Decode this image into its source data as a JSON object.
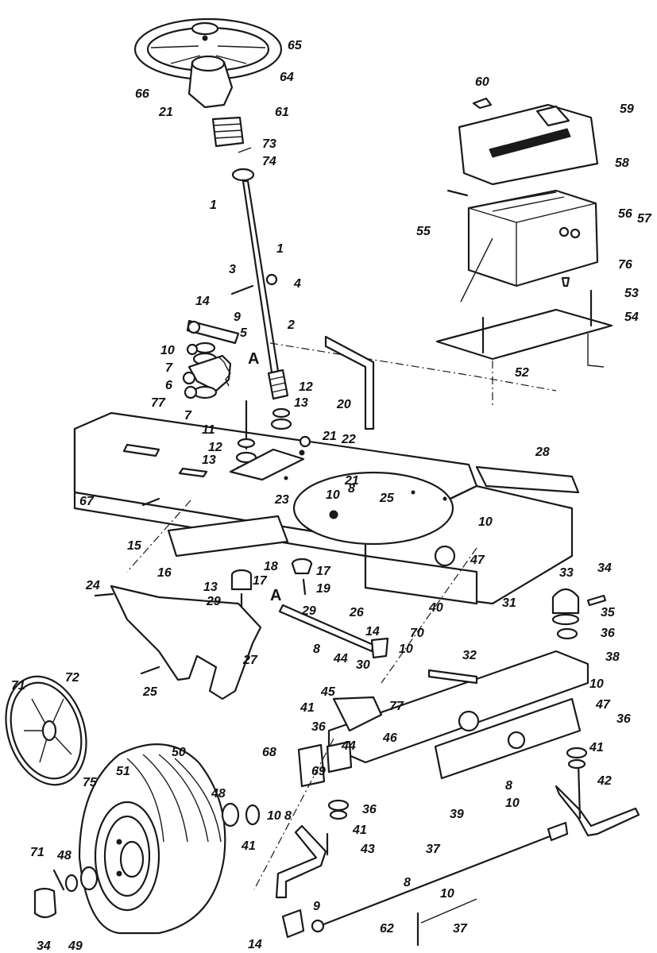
{
  "diagram": {
    "parts": [
      {
        "id": "p66",
        "text": "66"
      },
      {
        "id": "p21a",
        "text": "21"
      },
      {
        "id": "p65",
        "text": "65"
      },
      {
        "id": "p64",
        "text": "64"
      },
      {
        "id": "p61",
        "text": "61"
      },
      {
        "id": "p73",
        "text": "73"
      },
      {
        "id": "p74",
        "text": "74"
      },
      {
        "id": "p1a",
        "text": "1"
      },
      {
        "id": "p1b",
        "text": "1"
      },
      {
        "id": "p3",
        "text": "3"
      },
      {
        "id": "p4",
        "text": "4"
      },
      {
        "id": "p2",
        "text": "2"
      },
      {
        "id": "p14a",
        "text": "14"
      },
      {
        "id": "p9a",
        "text": "9"
      },
      {
        "id": "p5",
        "text": "5"
      },
      {
        "id": "p10a",
        "text": "10"
      },
      {
        "id": "pA1",
        "text": "A"
      },
      {
        "id": "p7a",
        "text": "7"
      },
      {
        "id": "p6",
        "text": "6"
      },
      {
        "id": "p77a",
        "text": "77"
      },
      {
        "id": "p7b",
        "text": "7"
      },
      {
        "id": "p12a",
        "text": "12"
      },
      {
        "id": "p13a",
        "text": "13"
      },
      {
        "id": "p20",
        "text": "20"
      },
      {
        "id": "p11",
        "text": "11"
      },
      {
        "id": "p12b",
        "text": "12"
      },
      {
        "id": "p13b",
        "text": "13"
      },
      {
        "id": "p21b",
        "text": "21"
      },
      {
        "id": "p22",
        "text": "22"
      },
      {
        "id": "p67",
        "text": "67"
      },
      {
        "id": "p21c",
        "text": "21"
      },
      {
        "id": "p23",
        "text": "23"
      },
      {
        "id": "p10b",
        "text": "10"
      },
      {
        "id": "p8a",
        "text": "8"
      },
      {
        "id": "p25a",
        "text": "25"
      },
      {
        "id": "p28",
        "text": "28"
      },
      {
        "id": "p15",
        "text": "15"
      },
      {
        "id": "p10c",
        "text": "10"
      },
      {
        "id": "p47a",
        "text": "47"
      },
      {
        "id": "p16",
        "text": "16"
      },
      {
        "id": "p18",
        "text": "18"
      },
      {
        "id": "p17a",
        "text": "17"
      },
      {
        "id": "p13c",
        "text": "13"
      },
      {
        "id": "p17b",
        "text": "17"
      },
      {
        "id": "p19",
        "text": "19"
      },
      {
        "id": "p24",
        "text": "24"
      },
      {
        "id": "p29a",
        "text": "29"
      },
      {
        "id": "pA2",
        "text": "A"
      },
      {
        "id": "p29b",
        "text": "29"
      },
      {
        "id": "p26",
        "text": "26"
      },
      {
        "id": "p40",
        "text": "40"
      },
      {
        "id": "p31",
        "text": "31"
      },
      {
        "id": "p33",
        "text": "33"
      },
      {
        "id": "p34a",
        "text": "34"
      },
      {
        "id": "p35",
        "text": "35"
      },
      {
        "id": "p36a",
        "text": "36"
      },
      {
        "id": "p70",
        "text": "70"
      },
      {
        "id": "p14b",
        "text": "14"
      },
      {
        "id": "p27",
        "text": "27"
      },
      {
        "id": "p8b",
        "text": "8"
      },
      {
        "id": "p44a",
        "text": "44"
      },
      {
        "id": "p30",
        "text": "30"
      },
      {
        "id": "p10d",
        "text": "10"
      },
      {
        "id": "p32",
        "text": "32"
      },
      {
        "id": "p38",
        "text": "38"
      },
      {
        "id": "p25b",
        "text": "25"
      },
      {
        "id": "p45",
        "text": "45"
      },
      {
        "id": "p77b",
        "text": "77"
      },
      {
        "id": "p10e",
        "text": "10"
      },
      {
        "id": "p47b",
        "text": "47"
      },
      {
        "id": "p36b",
        "text": "36"
      },
      {
        "id": "p41a",
        "text": "41"
      },
      {
        "id": "p36c",
        "text": "36"
      },
      {
        "id": "p46",
        "text": "46"
      },
      {
        "id": "p41b",
        "text": "41"
      },
      {
        "id": "p71a",
        "text": "71"
      },
      {
        "id": "p72",
        "text": "72"
      },
      {
        "id": "p68",
        "text": "68"
      },
      {
        "id": "p44b",
        "text": "44"
      },
      {
        "id": "p69",
        "text": "69"
      },
      {
        "id": "p50",
        "text": "50"
      },
      {
        "id": "p51",
        "text": "51"
      },
      {
        "id": "p75",
        "text": "75"
      },
      {
        "id": "p48a",
        "text": "48"
      },
      {
        "id": "p41c",
        "text": "41"
      },
      {
        "id": "p10f",
        "text": "10"
      },
      {
        "id": "p8c",
        "text": "8"
      },
      {
        "id": "p36d",
        "text": "36"
      },
      {
        "id": "p41d",
        "text": "41"
      },
      {
        "id": "p39",
        "text": "39"
      },
      {
        "id": "p8d",
        "text": "8"
      },
      {
        "id": "p42",
        "text": "42"
      },
      {
        "id": "p10g",
        "text": "10"
      },
      {
        "id": "p43",
        "text": "43"
      },
      {
        "id": "p71b",
        "text": "71"
      },
      {
        "id": "p48b",
        "text": "48"
      },
      {
        "id": "p37a",
        "text": "37"
      },
      {
        "id": "p8e",
        "text": "8"
      },
      {
        "id": "p10h",
        "text": "10"
      },
      {
        "id": "p34b",
        "text": "34"
      },
      {
        "id": "p49",
        "text": "49"
      },
      {
        "id": "p14c",
        "text": "14"
      },
      {
        "id": "p9b",
        "text": "9"
      },
      {
        "id": "p62",
        "text": "62"
      },
      {
        "id": "p37b",
        "text": "37"
      },
      {
        "id": "p60",
        "text": "60"
      },
      {
        "id": "p59",
        "text": "59"
      },
      {
        "id": "p58",
        "text": "58"
      },
      {
        "id": "p56",
        "text": "56"
      },
      {
        "id": "p57",
        "text": "57"
      },
      {
        "id": "p55",
        "text": "55"
      },
      {
        "id": "p76",
        "text": "76"
      },
      {
        "id": "p53",
        "text": "53"
      },
      {
        "id": "p54",
        "text": "54"
      },
      {
        "id": "p52",
        "text": "52"
      }
    ]
  }
}
